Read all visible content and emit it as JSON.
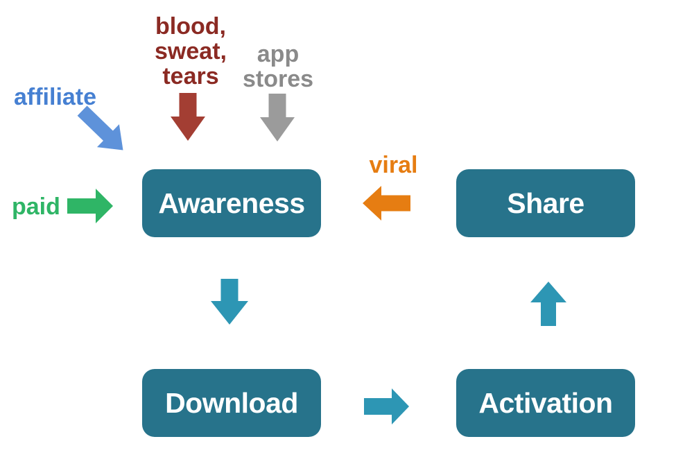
{
  "diagram": {
    "type": "flow",
    "background": "#ffffff",
    "nodes": {
      "awareness": {
        "label": "Awareness"
      },
      "share": {
        "label": "Share"
      },
      "download": {
        "label": "Download"
      },
      "activation": {
        "label": "Activation"
      }
    },
    "node_style": {
      "fill": "#27738b",
      "text_color": "#ffffff"
    },
    "channels": {
      "affiliate": {
        "label": "affiliate",
        "text_color": "#4680d2",
        "arrow_color": "#5e92da",
        "target": "awareness"
      },
      "blood_sweat_tears": {
        "label": "blood,\nsweat,\ntears",
        "text_color": "#8b2a23",
        "arrow_color": "#a33e33",
        "target": "awareness"
      },
      "app_stores": {
        "label": "app\nstores",
        "text_color": "#8a8a8a",
        "arrow_color": "#9b9b9b",
        "target": "awareness"
      },
      "paid": {
        "label": "paid",
        "text_color": "#2fb566",
        "arrow_color": "#2fb566",
        "target": "awareness"
      },
      "viral": {
        "label": "viral",
        "text_color": "#e67d12",
        "arrow_color": "#e67d12",
        "source": "share",
        "target": "awareness"
      }
    },
    "colors": {
      "flow_arrow": "#2d96b4"
    },
    "edges": [
      {
        "from": "awareness",
        "to": "download"
      },
      {
        "from": "download",
        "to": "activation"
      },
      {
        "from": "activation",
        "to": "share"
      },
      {
        "from": "share",
        "to": "awareness",
        "label": "viral"
      }
    ]
  }
}
